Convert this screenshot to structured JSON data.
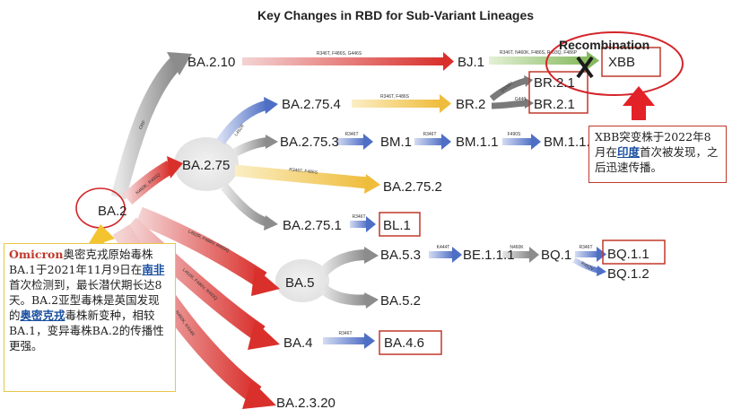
{
  "title": "Key Changes in RBD for Sub-Variant Lineages",
  "recombination_label": "Recombination",
  "nodes": {
    "ba2": "BA.2",
    "ba2_10": "BA.2.10",
    "bj1": "BJ.1",
    "xbb": "XBB",
    "ba2_75": "BA.2.75",
    "ba2_75_4": "BA.2.75.4",
    "br2": "BR.2",
    "br2_1a": "BR.2.1",
    "br2_1b": "BR.2.1",
    "ba2_75_3": "BA.2.75.3",
    "bm1": "BM.1",
    "bm1_1": "BM.1.1",
    "bm1_1_1": "BM.1.1.1",
    "ba2_75_2": "BA.2.75.2",
    "ba2_75_1": "BA.2.75.1",
    "bl1": "BL.1",
    "ba5": "BA.5",
    "ba5_3": "BA.5.3",
    "be1_1_1": "BE.1.1.1",
    "bq1": "BQ.1",
    "bq1_1": "BQ.1.1",
    "bq1_2": "BQ.1.2",
    "ba5_2": "BA.5.2",
    "ba4": "BA.4",
    "ba4_6": "BA.4.6",
    "ba2_3_20": "BA.2.3.20"
  },
  "mutations": {
    "ba2_10_bj1": "R346T, F486S, G446S",
    "bj1_xbb": "R346T, N460K, F486S, R493Q, F486P",
    "ba2_ba2_10": "ORF",
    "ba2_ba2_75": "N460K, R493Q",
    "ba2_75_ba2_75_4": "L452R",
    "ba2_75_4_br2": "R346T, F486S",
    "br2_br2_1a": "D339H",
    "br2_br2_1b": "G446",
    "ba2_75_3_bm1": "R346T",
    "bm1_bm1_1": "R346T",
    "bm1_1_bm1_1_1": "F490S",
    "ba2_75_ba2_75_2": "R346T, F486S",
    "ba2_75_1_bl1": "R346T",
    "ba2_ba5": "L452R, F486V, R493Q",
    "ba5_3_be1_1_1": "K444T",
    "be1_1_1_bq1": "N460K",
    "bq1_bq1_1": "R346T",
    "bq1_bq1_2": "R452V",
    "ba2_ba4": "L452R, F486V, R493Q",
    "ba4_ba4_6": "R346T",
    "ba2_ba2_3_20": "L452R, N460K, K444R"
  },
  "notes": {
    "omicron": {
      "lead": "Omicron",
      "part1": "奥密克戎原始毒株BA.1于2021年11月9日在",
      "link1": "南非",
      "part2": "首次检测到，最长潜伏期长达8天。BA.2亚型毒株是英国发现的",
      "link2": "奥密克戎",
      "part3": "毒株新变种，相较BA.1，变异毒株BA.2的传播性更强。"
    },
    "xbb": {
      "part1": "XBB突变株于2022年8月在",
      "link": "印度",
      "part2": "首次被发现，之后迅速传播。"
    }
  },
  "colors": {
    "arrow_gray": "#8c8c8c",
    "arrow_red": "#d9302c",
    "arrow_blue": "#5b79c9",
    "arrow_yellow": "#f1c24a",
    "arrow_green": "#8fc06a",
    "box_red": "#c0392b",
    "note_yellow": "#e8c64c"
  }
}
